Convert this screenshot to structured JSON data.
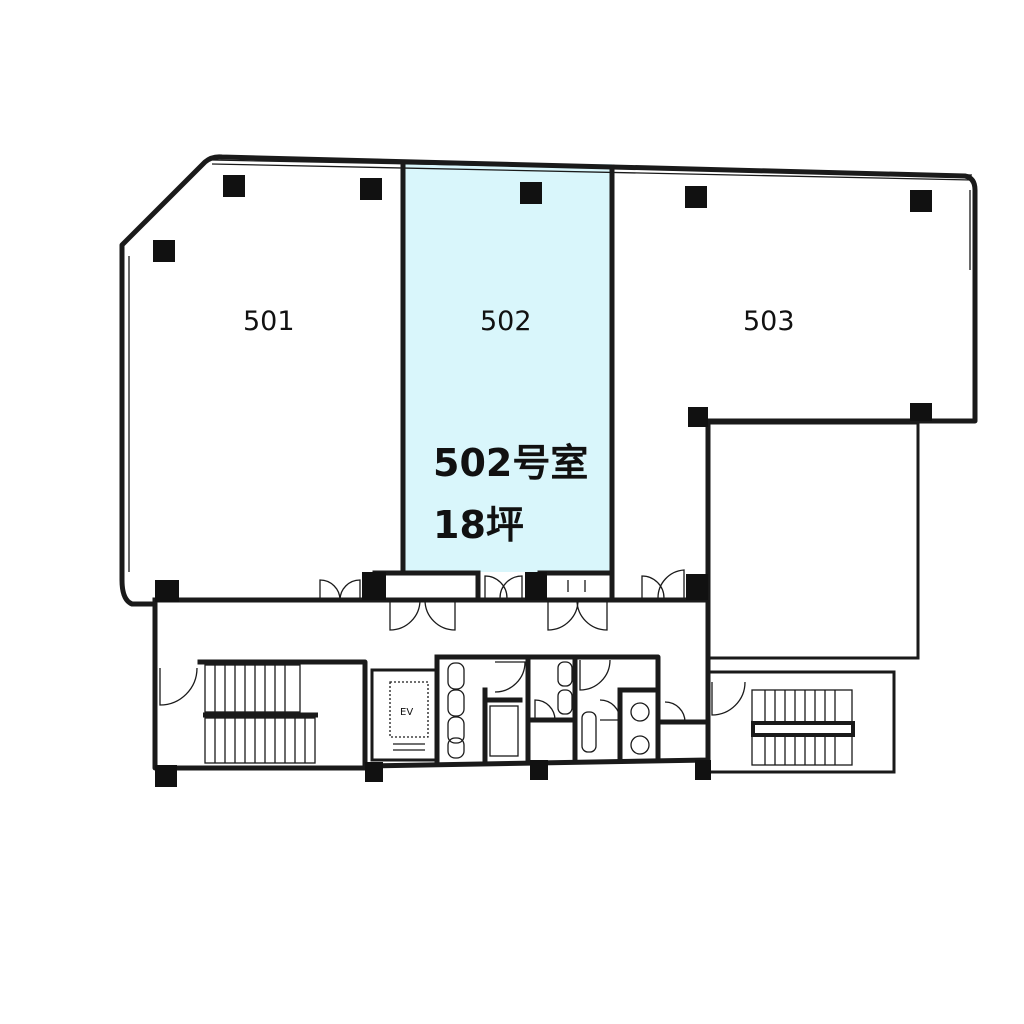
{
  "rooms": {
    "r501": {
      "label": "501"
    },
    "r502": {
      "label": "502"
    },
    "r503": {
      "label": "503"
    }
  },
  "highlight": {
    "room_number": "502号室",
    "area": "18坪",
    "color": "#d9f6fb"
  },
  "core": {
    "elevator_label": "EV"
  }
}
